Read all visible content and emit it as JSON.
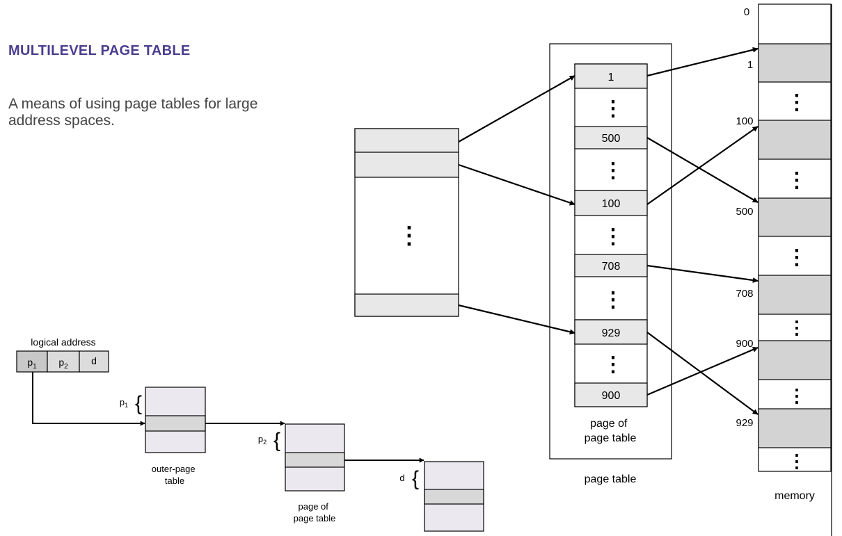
{
  "slide": {
    "title": "MULTILEVEL PAGE TABLE",
    "subtitle": "A means of using page tables for large address spaces."
  },
  "colors": {
    "title": "#4a3d8f",
    "entry_fill": "#e8e8e8",
    "highlight_fill": "#d8d8d8",
    "memory_fill": "#d3d3d3",
    "small_table_fill": "#ece8f0"
  },
  "large_diagram": {
    "outer_table": {
      "ellipsis": "⋮"
    },
    "page_table_label": "page table",
    "page_of_page_table_label": "page of\npage table",
    "page_of_page_table_entries": [
      "1",
      "500",
      "100",
      "708",
      "929",
      "900"
    ],
    "ellipsis": "⋮",
    "memory_label": "memory",
    "memory_labels": [
      "0",
      "1",
      "100",
      "500",
      "708",
      "900",
      "929"
    ]
  },
  "small_diagram": {
    "logical_address_label": "logical address",
    "address_fields": [
      "p1",
      "p2",
      "d"
    ],
    "outer_page_table_label": "outer-page\ntable",
    "page_of_page_table_label": "page of\npage table",
    "brace_labels": [
      "p1",
      "p2",
      "d"
    ]
  }
}
